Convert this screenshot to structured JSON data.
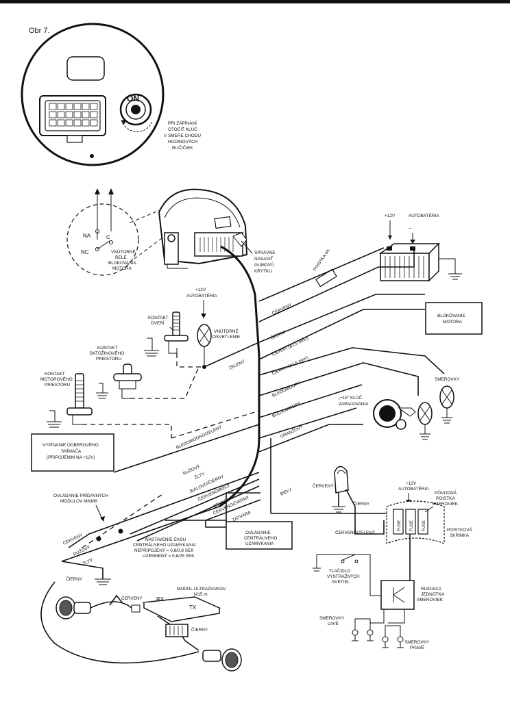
{
  "figure": {
    "title": "Obr 7."
  },
  "labels": {
    "on": "ON",
    "key_instruction": [
      "PRI ZÁPÍNANÍ",
      "OTOČIŤ KĽÚČ",
      "V SMERE CHODU",
      "HODINOVÝCH",
      "RUČIČIEK"
    ],
    "na": "NA",
    "c": "C",
    "nc": "NC",
    "relay": [
      "VNÚTORNÉ",
      "RELÉ",
      "BLOKOVANIA",
      "MOTORA"
    ],
    "rubber_cover": [
      "SPRÁVNE",
      "NASADIŤ",
      "GUMOVÚ",
      "KRYTKU"
    ],
    "plus12v": "+12V",
    "battery": "AUTOBATÉRIA",
    "minus": "−",
    "fuse4a": "POISTKA 4A",
    "battery_mid": [
      "+12V",
      "AUTOBATÉRIA"
    ],
    "door_contact": [
      "KONTAKT",
      "DVERÍ"
    ],
    "interior_light": [
      "VNÚTORNÉ",
      "OSVETLENIE"
    ],
    "trunk_contact": [
      "KONTAKT",
      "BATOŽINOVÉHO",
      "PRIESTORU"
    ],
    "engine_contact": [
      "KONTAKT",
      "MOTOROVÉHO",
      "PRIESTORU"
    ],
    "engine_block": [
      "BLOKOVANIE",
      "MOTORA"
    ],
    "turn_signals": "SMEROVKY",
    "ignition": [
      "„+15\" KĽÚČ",
      "ZAPAĽOVANIA"
    ],
    "sensor_off": [
      "VYPÍNANIE ODBEROVÉHO",
      "SNÍMAČA",
      "(PRIPOJENIM NA +12V)"
    ],
    "aux_modules": [
      "OVLÁDANIE PRÍDAVNÝCH",
      "MODULOV M6/M8"
    ],
    "central_time": [
      "NASTAVENIE ČASU",
      "CENTRÁLNEHO UZAMYKANIA",
      "NEPRIPOJENÝ = 0,8/0,8 SEK",
      "UZEMNENÝ = 0,8/25 SEK"
    ],
    "central_lock": [
      "OVLÁDANIE",
      "CENTRÁLNEHO",
      "UZAMYKANIA"
    ],
    "battery_right": [
      "+12V",
      "AUTOBATÉRIA"
    ],
    "orig_fuse": [
      "PÔVODNÁ",
      "POISTKA",
      "SMEROVIEK"
    ],
    "fuse_box": [
      "POISTKOVÁ",
      "SKRINKA"
    ],
    "fuse": "FUSE",
    "hazard_button": [
      "TLAČIDLO",
      "VÝSTRAŽNÝCH",
      "SVETIEL"
    ],
    "flasher_unit": [
      "RIADIACA",
      "JEDNOTKA",
      "SMEROVIEK"
    ],
    "left_signals": [
      "SMEROVKY",
      "ĽAVÉ"
    ],
    "right_signals": [
      "SMEROVKY",
      "PRAVÉ"
    ],
    "ultrasonic": [
      "MODUL ULTRAZVUKOV",
      "M15 m"
    ],
    "rx": "RX",
    "tx": "TX"
  },
  "wires": {
    "cerveny": "ČERVENÝ",
    "cierny": "ČIERNY",
    "cierny_15a": "ČIERNY (ø1,5 mm²)",
    "cierny_15b": "ČIERNY (ø1,5 mm²)",
    "zeleny": "ZELENÝ",
    "bledomodry": "BLEDOMODRÝ",
    "bledomodry2": "BLEDOMODRÝ",
    "bledomodro_zeleny": "BLEDOMODRO/ZELENÝ",
    "oranzovy": "ORANŽOVÝ",
    "ruzovy": "RUŽOVÝ",
    "zlty": "ŽLTÝ",
    "bialovo_cierny": "BIALOVO/ČIERNY",
    "cerveno_biely": "ČERVENO/BIELY",
    "otvara": "OTVÁRA",
    "cerveno_cierny": "ČERVENO/ČIERNY",
    "zatvara": "ZATVÁRA",
    "biely": "BIELY",
    "cerveny_right": "ČERVENÝ",
    "cierny_right": "ČIERNY",
    "cerveno_zeleny": "ČERVENO/ZELENÝ",
    "cerveny_left": "ČERVENÝ",
    "ruzovy_left": "RUŽOVÝ",
    "zlty_left": "ŽLTÝ",
    "cierny_left": "ČIERNY",
    "cerveny_module": "ČERVENÝ",
    "cierny_bottom": "ČIERNY"
  }
}
